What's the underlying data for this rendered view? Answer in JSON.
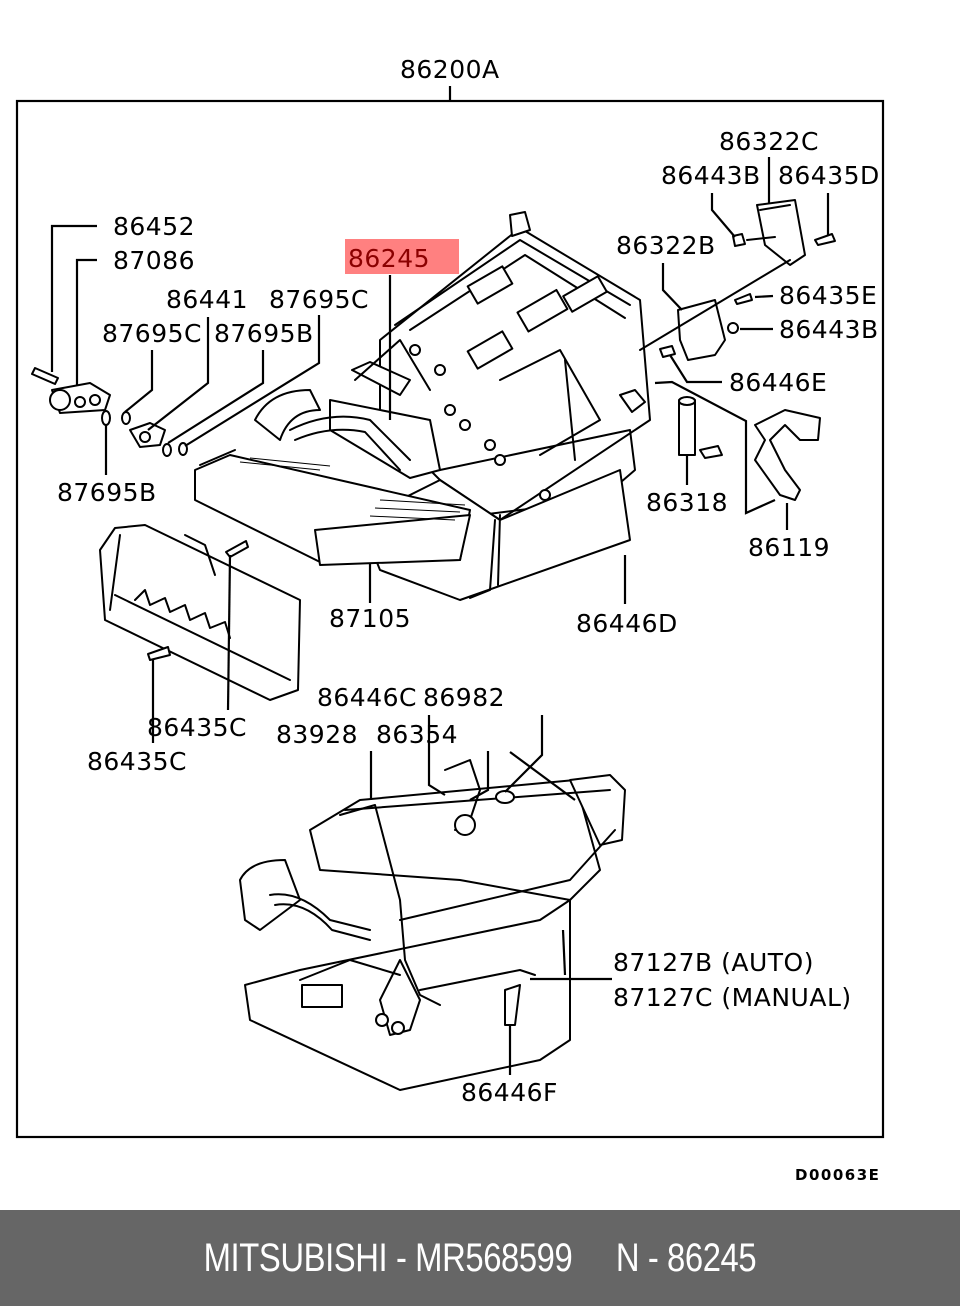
{
  "diagram": {
    "assembly_label": "86200A",
    "highlighted_part": "86245",
    "highlight_color": "#ff8080",
    "drawing_code": "D00063E",
    "callouts": [
      {
        "id": "c-86452",
        "label": "86452"
      },
      {
        "id": "c-87086",
        "label": "87086"
      },
      {
        "id": "c-86441",
        "label": "86441"
      },
      {
        "id": "c-87695c-top",
        "label": "87695C"
      },
      {
        "id": "c-87695c-left",
        "label": "87695C"
      },
      {
        "id": "c-87695b-top",
        "label": "87695B"
      },
      {
        "id": "c-87695b-bottom",
        "label": "87695B"
      },
      {
        "id": "c-86245",
        "label": "86245"
      },
      {
        "id": "c-86322c",
        "label": "86322C"
      },
      {
        "id": "c-86443b-top",
        "label": "86443B"
      },
      {
        "id": "c-86435d",
        "label": "86435D"
      },
      {
        "id": "c-86322b",
        "label": "86322B"
      },
      {
        "id": "c-86435e",
        "label": "86435E"
      },
      {
        "id": "c-86443b-right",
        "label": "86443B"
      },
      {
        "id": "c-86446e",
        "label": "86446E"
      },
      {
        "id": "c-86318",
        "label": "86318"
      },
      {
        "id": "c-86119",
        "label": "86119"
      },
      {
        "id": "c-87105",
        "label": "87105"
      },
      {
        "id": "c-86446d",
        "label": "86446D"
      },
      {
        "id": "c-86435c-upper",
        "label": "86435C"
      },
      {
        "id": "c-86435c-lower",
        "label": "86435C"
      },
      {
        "id": "c-86446c",
        "label": "86446C"
      },
      {
        "id": "c-86982",
        "label": "86982"
      },
      {
        "id": "c-83928",
        "label": "83928"
      },
      {
        "id": "c-86354",
        "label": "86354"
      },
      {
        "id": "c-87127b",
        "label": "87127B (AUTO)"
      },
      {
        "id": "c-87127c",
        "label": "87127C (MANUAL)"
      },
      {
        "id": "c-86446f",
        "label": "86446F"
      }
    ]
  },
  "footer": {
    "text": "MITSUBISHI - MR568599     N - 86245",
    "brand": "MITSUBISHI",
    "part_number": "MR568599",
    "reference": "N - 86245"
  }
}
